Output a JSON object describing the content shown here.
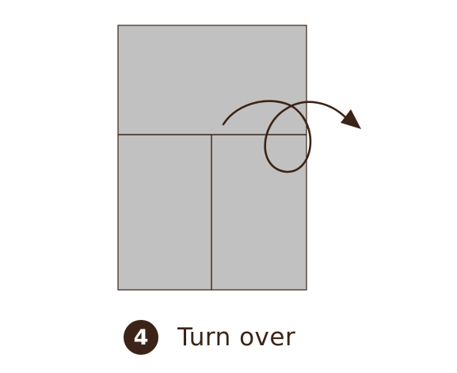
{
  "colors": {
    "paper": "#c1c1c1",
    "line": "#3b2417",
    "badge": "#3b2417",
    "text": "#3b2417"
  },
  "diagram": {
    "folded_paper": "folded-paper",
    "arrow_icon": "turn-over-arrow-icon"
  },
  "step": {
    "number": "4",
    "instruction": "Turn over"
  }
}
